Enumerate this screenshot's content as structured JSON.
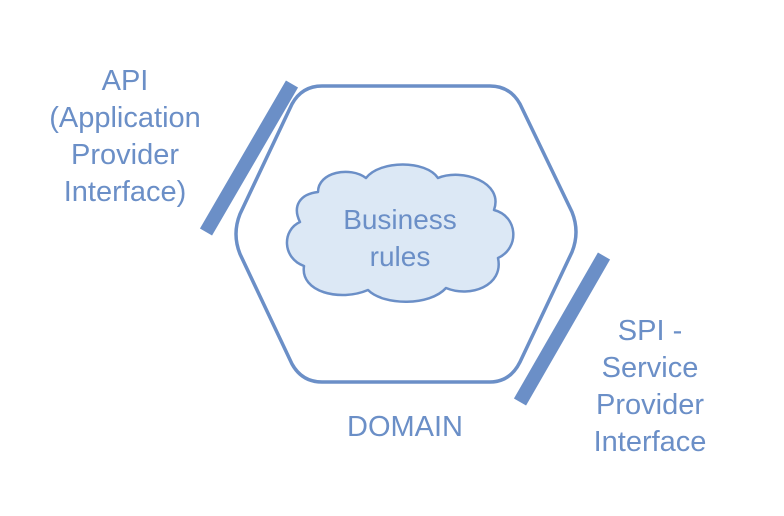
{
  "colors": {
    "stroke": "#6b8fc7",
    "text": "#6b8fc7",
    "cloud_fill": "#dce8f5",
    "port_bar": "#6b8fc7"
  },
  "api": {
    "line1": "API",
    "line2": "(Application",
    "line3": "Provider",
    "line4": "Interface)"
  },
  "spi": {
    "line1": "SPI -",
    "line2": "Service",
    "line3": "Provider",
    "line4": "Interface"
  },
  "domain": {
    "label": "DOMAIN"
  },
  "core": {
    "line1": "Business",
    "line2": "rules"
  }
}
